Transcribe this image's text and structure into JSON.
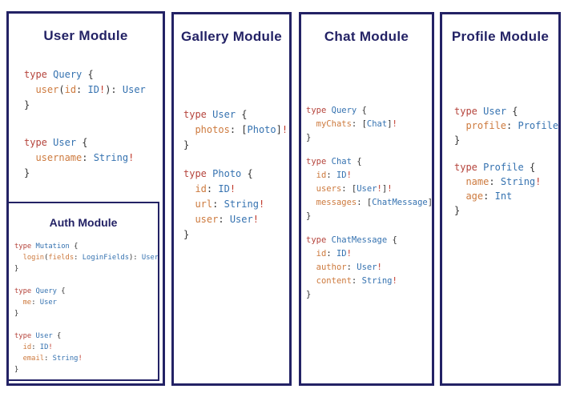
{
  "colors": {
    "navy": "#232265",
    "keyword": "#b5443c",
    "type": "#3572b0",
    "field": "#cd7a3e",
    "bang": "#c0392b",
    "punct": "#333333"
  },
  "token_legend": {
    "k": "keyword",
    "t": "type-name",
    "f": "field-name",
    "p": "punctuation",
    "b": "non-null-bang"
  },
  "modules": [
    {
      "title": "User Module",
      "blocks": [
        [
          [
            [
              "k",
              "type"
            ],
            [
              "p",
              " "
            ],
            [
              "t",
              "Query"
            ],
            [
              "p",
              " {"
            ]
          ],
          [
            [
              "p",
              "  "
            ],
            [
              "f",
              "user"
            ],
            [
              "p",
              "("
            ],
            [
              "f",
              "id"
            ],
            [
              "p",
              ": "
            ],
            [
              "t",
              "ID"
            ],
            [
              "b",
              "!"
            ],
            [
              "p",
              "): "
            ],
            [
              "t",
              "User"
            ]
          ],
          [
            [
              "p",
              "}"
            ]
          ]
        ],
        [
          [
            [
              "k",
              "type"
            ],
            [
              "p",
              " "
            ],
            [
              "t",
              "User"
            ],
            [
              "p",
              " {"
            ]
          ],
          [
            [
              "p",
              "  "
            ],
            [
              "f",
              "username"
            ],
            [
              "p",
              ": "
            ],
            [
              "t",
              "String"
            ],
            [
              "b",
              "!"
            ]
          ],
          [
            [
              "p",
              "}"
            ]
          ]
        ]
      ],
      "nested": {
        "title": "Auth Module",
        "blocks": [
          [
            [
              [
                "k",
                "type"
              ],
              [
                "p",
                " "
              ],
              [
                "t",
                "Mutation"
              ],
              [
                "p",
                " {"
              ]
            ],
            [
              [
                "p",
                "  "
              ],
              [
                "f",
                "login"
              ],
              [
                "p",
                "("
              ],
              [
                "f",
                "fields"
              ],
              [
                "p",
                ": "
              ],
              [
                "t",
                "LoginFields"
              ],
              [
                "p",
                "): "
              ],
              [
                "t",
                "User"
              ]
            ],
            [
              [
                "p",
                "}"
              ]
            ]
          ],
          [
            [
              [
                "k",
                "type"
              ],
              [
                "p",
                " "
              ],
              [
                "t",
                "Query"
              ],
              [
                "p",
                " {"
              ]
            ],
            [
              [
                "p",
                "  "
              ],
              [
                "f",
                "me"
              ],
              [
                "p",
                ": "
              ],
              [
                "t",
                "User"
              ]
            ],
            [
              [
                "p",
                "}"
              ]
            ]
          ],
          [
            [
              [
                "k",
                "type"
              ],
              [
                "p",
                " "
              ],
              [
                "t",
                "User"
              ],
              [
                "p",
                " {"
              ]
            ],
            [
              [
                "p",
                "  "
              ],
              [
                "f",
                "id"
              ],
              [
                "p",
                ": "
              ],
              [
                "t",
                "ID"
              ],
              [
                "b",
                "!"
              ]
            ],
            [
              [
                "p",
                "  "
              ],
              [
                "f",
                "email"
              ],
              [
                "p",
                ": "
              ],
              [
                "t",
                "String"
              ],
              [
                "b",
                "!"
              ]
            ],
            [
              [
                "p",
                "}"
              ]
            ]
          ]
        ]
      }
    },
    {
      "title": "Gallery Module",
      "blocks": [
        [
          [
            [
              "k",
              "type"
            ],
            [
              "p",
              " "
            ],
            [
              "t",
              "User"
            ],
            [
              "p",
              " {"
            ]
          ],
          [
            [
              "p",
              "  "
            ],
            [
              "f",
              "photos"
            ],
            [
              "p",
              ": ["
            ],
            [
              "t",
              "Photo"
            ],
            [
              "p",
              "]"
            ],
            [
              "b",
              "!"
            ]
          ],
          [
            [
              "p",
              "}"
            ]
          ]
        ],
        [
          [
            [
              "k",
              "type"
            ],
            [
              "p",
              " "
            ],
            [
              "t",
              "Photo"
            ],
            [
              "p",
              " {"
            ]
          ],
          [
            [
              "p",
              "  "
            ],
            [
              "f",
              "id"
            ],
            [
              "p",
              ": "
            ],
            [
              "t",
              "ID"
            ],
            [
              "b",
              "!"
            ]
          ],
          [
            [
              "p",
              "  "
            ],
            [
              "f",
              "url"
            ],
            [
              "p",
              ": "
            ],
            [
              "t",
              "String"
            ],
            [
              "b",
              "!"
            ]
          ],
          [
            [
              "p",
              "  "
            ],
            [
              "f",
              "user"
            ],
            [
              "p",
              ": "
            ],
            [
              "t",
              "User"
            ],
            [
              "b",
              "!"
            ]
          ],
          [
            [
              "p",
              "}"
            ]
          ]
        ]
      ]
    },
    {
      "title": "Chat Module",
      "blocks": [
        [
          [
            [
              "k",
              "type"
            ],
            [
              "p",
              " "
            ],
            [
              "t",
              "Query"
            ],
            [
              "p",
              " {"
            ]
          ],
          [
            [
              "p",
              "  "
            ],
            [
              "f",
              "myChats"
            ],
            [
              "p",
              ": ["
            ],
            [
              "t",
              "Chat"
            ],
            [
              "p",
              "]"
            ],
            [
              "b",
              "!"
            ]
          ],
          [
            [
              "p",
              "}"
            ]
          ]
        ],
        [
          [
            [
              "k",
              "type"
            ],
            [
              "p",
              " "
            ],
            [
              "t",
              "Chat"
            ],
            [
              "p",
              " {"
            ]
          ],
          [
            [
              "p",
              "  "
            ],
            [
              "f",
              "id"
            ],
            [
              "p",
              ": "
            ],
            [
              "t",
              "ID"
            ],
            [
              "b",
              "!"
            ]
          ],
          [
            [
              "p",
              "  "
            ],
            [
              "f",
              "users"
            ],
            [
              "p",
              ": ["
            ],
            [
              "t",
              "User"
            ],
            [
              "b",
              "!"
            ],
            [
              "p",
              "]"
            ],
            [
              "b",
              "!"
            ]
          ],
          [
            [
              "p",
              "  "
            ],
            [
              "f",
              "messages"
            ],
            [
              "p",
              ": ["
            ],
            [
              "t",
              "ChatMessage"
            ],
            [
              "p",
              "]"
            ],
            [
              "b",
              "!"
            ]
          ],
          [
            [
              "p",
              "}"
            ]
          ]
        ],
        [
          [
            [
              "k",
              "type"
            ],
            [
              "p",
              " "
            ],
            [
              "t",
              "ChatMessage"
            ],
            [
              "p",
              " {"
            ]
          ],
          [
            [
              "p",
              "  "
            ],
            [
              "f",
              "id"
            ],
            [
              "p",
              ": "
            ],
            [
              "t",
              "ID"
            ],
            [
              "b",
              "!"
            ]
          ],
          [
            [
              "p",
              "  "
            ],
            [
              "f",
              "author"
            ],
            [
              "p",
              ": "
            ],
            [
              "t",
              "User"
            ],
            [
              "b",
              "!"
            ]
          ],
          [
            [
              "p",
              "  "
            ],
            [
              "f",
              "content"
            ],
            [
              "p",
              ": "
            ],
            [
              "t",
              "String"
            ],
            [
              "b",
              "!"
            ]
          ],
          [
            [
              "p",
              "}"
            ]
          ]
        ]
      ]
    },
    {
      "title": "Profile Module",
      "blocks": [
        [
          [
            [
              "k",
              "type"
            ],
            [
              "p",
              " "
            ],
            [
              "t",
              "User"
            ],
            [
              "p",
              " {"
            ]
          ],
          [
            [
              "p",
              "  "
            ],
            [
              "f",
              "profile"
            ],
            [
              "p",
              ": "
            ],
            [
              "t",
              "Profile"
            ],
            [
              "b",
              "!"
            ]
          ],
          [
            [
              "p",
              "}"
            ]
          ]
        ],
        [
          [
            [
              "k",
              "type"
            ],
            [
              "p",
              " "
            ],
            [
              "t",
              "Profile"
            ],
            [
              "p",
              " {"
            ]
          ],
          [
            [
              "p",
              "  "
            ],
            [
              "f",
              "name"
            ],
            [
              "p",
              ": "
            ],
            [
              "t",
              "String"
            ],
            [
              "b",
              "!"
            ]
          ],
          [
            [
              "p",
              "  "
            ],
            [
              "f",
              "age"
            ],
            [
              "p",
              ": "
            ],
            [
              "t",
              "Int"
            ]
          ],
          [
            [
              "p",
              "}"
            ]
          ]
        ]
      ]
    }
  ]
}
